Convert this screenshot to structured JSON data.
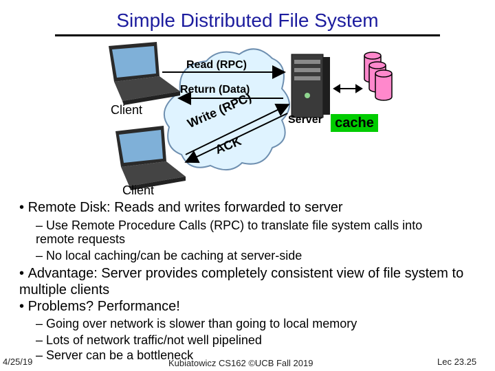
{
  "slide": {
    "title": "Simple Distributed File System"
  },
  "diagram": {
    "read_label": "Read (RPC)",
    "return_label": "Return (Data)",
    "write_label": "Write (RPC)",
    "ack_label": "ACK",
    "client_top_label": "Client",
    "client_bottom_label": "Client",
    "server_label": "Server",
    "cache_label": "cache",
    "cache_color": "#00cc00",
    "cloud_color": "#dff3ff",
    "disk_color": "#ff88cc"
  },
  "bullets": [
    {
      "text": "Remote Disk: Reads and writes forwarded to server",
      "subs": [
        "Use Remote Procedure Calls (RPC) to translate file system calls into remote requests",
        "No local caching/can be caching at server-side"
      ]
    },
    {
      "text": "Advantage: Server provides completely consistent view of file system to multiple clients",
      "subs": []
    },
    {
      "text": "Problems?  Performance!",
      "subs": [
        "Going over network is slower than going to local memory",
        "Lots of network traffic/not well pipelined",
        "Server can be a bottleneck"
      ]
    }
  ],
  "footer": {
    "date": "4/25/19",
    "credit": "Kubiatowicz CS162 ©UCB Fall 2019",
    "page": "Lec 23.25"
  }
}
